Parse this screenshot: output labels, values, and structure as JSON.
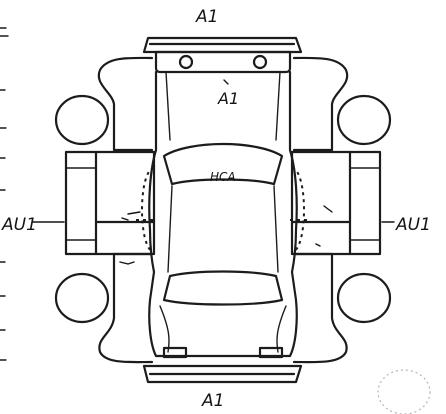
{
  "annotations": {
    "front": "A1",
    "hood": "A1",
    "roof": "HCA",
    "left_side": "AU1",
    "right_side": "AU1",
    "rear": "A1"
  }
}
